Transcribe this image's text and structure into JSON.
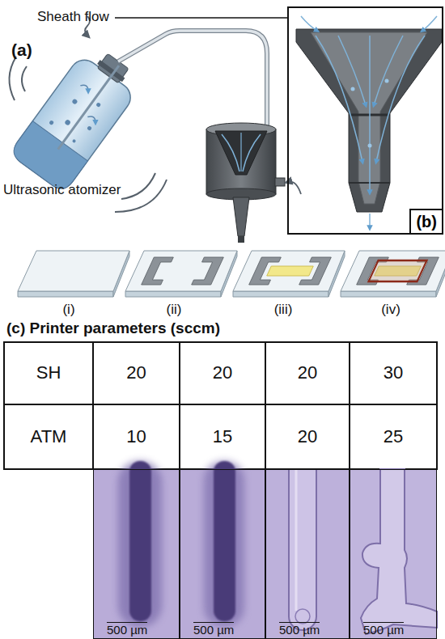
{
  "diagram": {
    "nodes": [
      {
        "text": [
          "(b)"
        ]
      },
      {
        "text": [
          "500 µm"
        ]
      },
      {
        "text": [
          "500 µm"
        ]
      },
      {
        "text": [
          "500 µm"
        ]
      },
      {
        "text": [
          "500 µm"
        ]
      }
    ],
    "labels": [
      "(a)",
      "Ultrasonic atomizer",
      "Sheath flow",
      "(i)",
      "(ii)",
      "(iii)",
      "(iv)",
      "(c) Printer parameters (sccm)",
      "SH",
      "20",
      "20",
      "20",
      "30",
      "ATM",
      "10",
      "15",
      "20",
      "25"
    ]
  }
}
